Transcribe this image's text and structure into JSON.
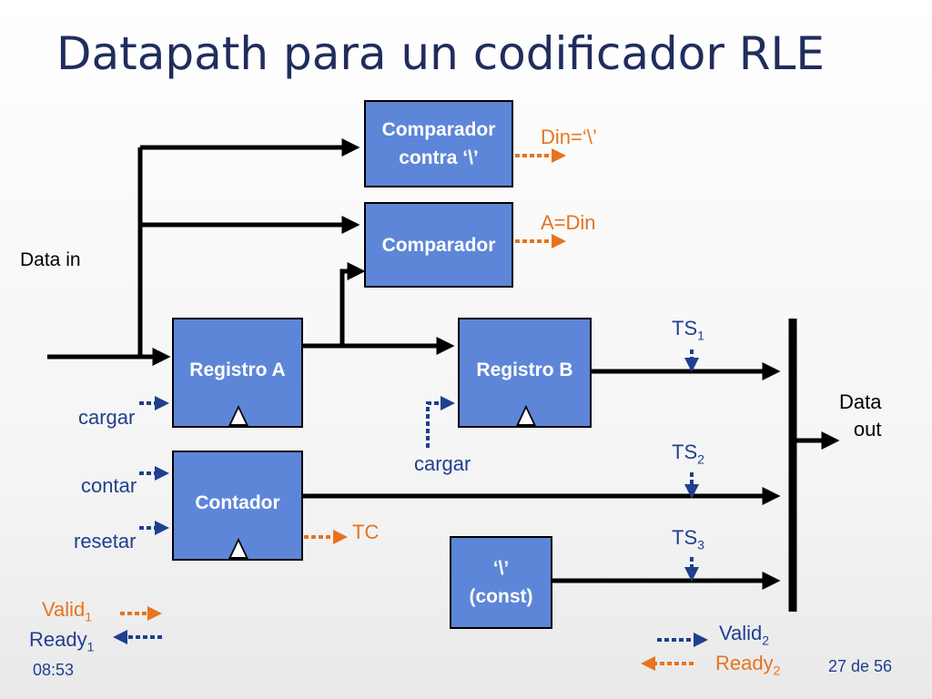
{
  "title": "Datapath para un codificador RLE",
  "blocks": {
    "comparador_barra": "Comparador\ncontra ‘\\’",
    "comparador": "Comparador",
    "registro_a": "Registro A",
    "registro_b": "Registro B",
    "contador": "Contador",
    "const": "‘\\’\n(const)"
  },
  "labels": {
    "data_in": "Data in",
    "data_out": "Data\nout",
    "din_eq": "Din=‘\\’",
    "a_eq_din": "A=Din",
    "cargar_a": "cargar",
    "cargar_b": "cargar",
    "contar": "contar",
    "resetar": "resetar",
    "tc": "TC",
    "ts1": "TS",
    "ts1_sub": "1",
    "ts2": "TS",
    "ts2_sub": "2",
    "ts3": "TS",
    "ts3_sub": "3",
    "valid1": "Valid",
    "valid1_sub": "1",
    "ready1": "Ready",
    "ready1_sub": "1",
    "valid2": "Valid",
    "valid2_sub": "2",
    "ready2": "Ready",
    "ready2_sub": "2"
  },
  "footer": {
    "time": "08:53",
    "page": "27 de 56"
  },
  "colors": {
    "block": "#5e86d8",
    "title": "#1f2d5e",
    "control_blue": "#1f3f8f",
    "status_orange": "#e8731d"
  }
}
